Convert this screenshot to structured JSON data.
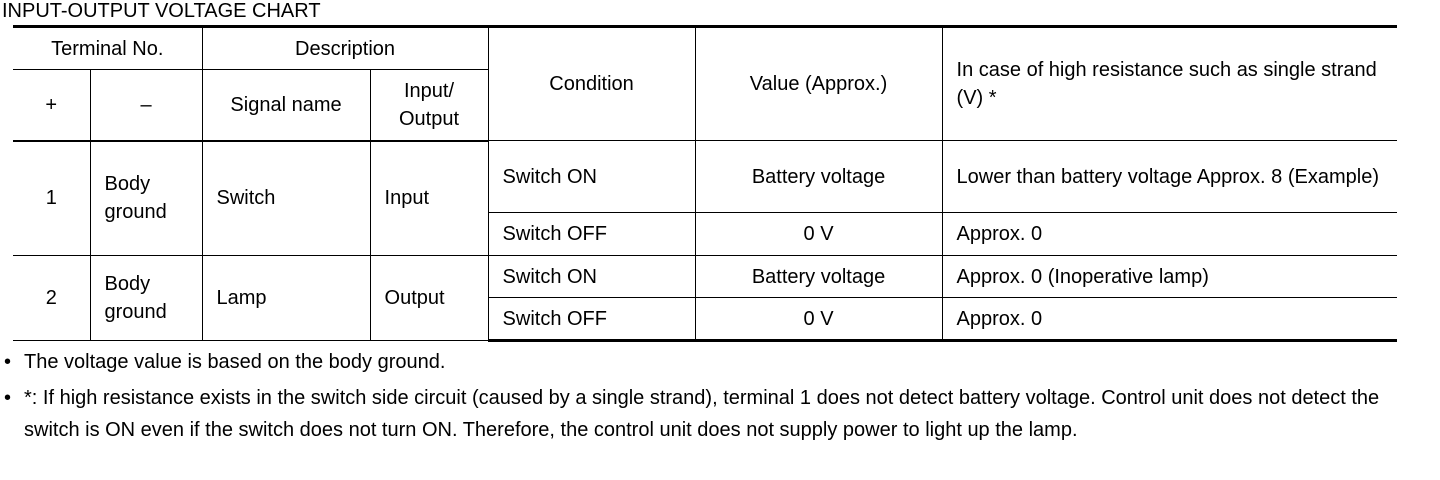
{
  "title": "INPUT-OUTPUT VOLTAGE CHART",
  "headers": {
    "terminal_no": "Terminal No.",
    "description": "Description",
    "plus": "+",
    "minus": "–",
    "signal_name": "Signal name",
    "input_output": "Input/ Output",
    "condition": "Condition",
    "value": "Value (Approx.)",
    "high_resistance": "In case of high resistance such as single strand (V) *"
  },
  "rows": [
    {
      "plus": "1",
      "minus": "Body ground",
      "signal_name": "Switch",
      "io": "Input",
      "conditions": [
        {
          "condition": "Switch ON",
          "value": "Battery voltage",
          "high": "Lower than battery voltage Approx. 8 (Ex­ample)"
        },
        {
          "condition": "Switch OFF",
          "value": "0 V",
          "high": "Approx. 0"
        }
      ]
    },
    {
      "plus": "2",
      "minus": "Body ground",
      "signal_name": "Lamp",
      "io": "Output",
      "conditions": [
        {
          "condition": "Switch ON",
          "value": "Battery voltage",
          "high": "Approx. 0 (Inoperative lamp)"
        },
        {
          "condition": "Switch OFF",
          "value": "0 V",
          "high": "Approx. 0"
        }
      ]
    }
  ],
  "notes": {
    "bullet": "•",
    "note1": "The voltage value is based on the body ground.",
    "note2": "*: If high resistance exists in the switch side circuit (caused by a single strand), terminal 1 does not detect battery voltage. Control unit does not detect the switch is ON even if the switch does not turn ON. Therefore, the control unit does not supply power to light up the lamp."
  }
}
